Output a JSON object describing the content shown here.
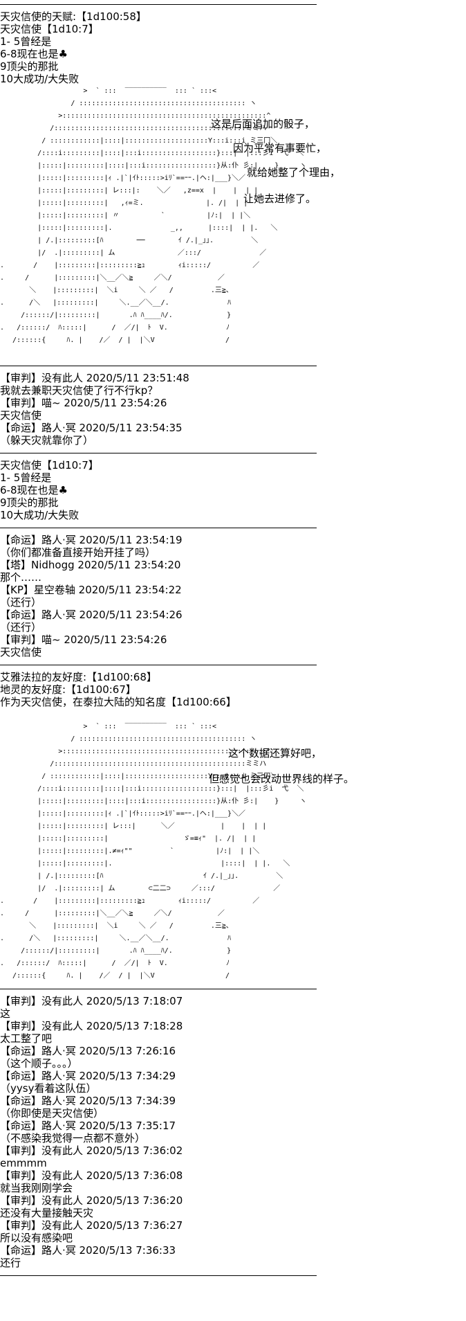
{
  "content": [
    {
      "type": "sep"
    },
    {
      "type": "text",
      "text": "天灾信使的天赋:【1d100:58】"
    },
    {
      "type": "text",
      "text": "天灾信使【1d10:7】"
    },
    {
      "type": "text",
      "text": "1- 5曾经是"
    },
    {
      "type": "text",
      "text": "6-8现在也是♣"
    },
    {
      "type": "text",
      "text": "9顶尖的那批"
    },
    {
      "type": "text",
      "text": "10大成功/大失败"
    },
    {
      "type": "art",
      "lines": [
        "                    >  ` :::  ‾‾‾‾‾‾‾‾‾‾  ::: ` :::<",
        "                 / :::::::::::::::::::::::::::::::::::::::: ヽ",
        "              >:::::::::::::::::::::::::::::::::::::::::::::::::^",
        "            /::::::::::::::::::::::::::::::::::::::::::::::ミミハ",
        "          / ::::::::::::|::::|::::::::::::::::::::Y:::i:::i ミ三冂＼",
        "         /::::i:::::::::|::::|:::i::::::::::::::::::}:::|  |:::彡i  弋  ＼",
        "         |:::::|:::::::::|::::|:::i:::::::::::::::::}从:仆 彡:|    }     ヽ",
        "         |:::::|:::::::::|ｨ .|`|ｲﾄ:::::>iﾘ`==ｰｰ.|ヘ:|___}＼／",
        "         |:::::|:::::::::| レ:::|:    ＼／   ,z==x  |    |  | |",
        "         |:::::|:::::::::|   ,ｨ=ミ.               |. /|  | |",
        "         |:::::|:::::::::| 〃          `          |ﾉ:|  | |＼",
        "         |:::::|:::::::::|.              _,,      |::::|  | |.   ＼",
        "         | /.|:::::::::[ﾊ        ──        ｲ /.|_｣｣.         ＼",
        "         |/  .|:::::::::| ム               ／:::/              ／",
        ".       /    |:::::::::|:::::::::≧ｭ        ｨi:::::/          ／",
        ".     /      |:::::::::|＼__／＼≧     ／＼/           ／",
        "       ＼    |:::::::::|  ＼i     ＼ ／   /         .三≧､",
        ".      /＼   |:::::::::|     ＼.__／＼__/.              ﾊ",
        "     /::::::/|:::::::::|       .ﾊ ﾊ____ﾊ/.             }",
        ".   /::::::/  ﾊ:::::|      /  ／/|  ﾄ  V.              ﾉ",
        "   /::::::{     ﾊ. |    /／  / |  |＼V                 /"
      ],
      "notes": [
        "这是后面追加的骰子，",
        "因为平常有事要忙，",
        "就给她整了个理由，",
        "让她去进修了。"
      ]
    },
    {
      "type": "blank"
    },
    {
      "type": "sep"
    },
    {
      "type": "text",
      "text": "【审判】没有此人 2020/5/11 23:51:48"
    },
    {
      "type": "text",
      "text": "我就去兼职天灾信使了行不行kp？"
    },
    {
      "type": "text",
      "text": "【审判】喵~ 2020/5/11 23:54:26"
    },
    {
      "type": "text",
      "text": "天灾信使"
    },
    {
      "type": "text",
      "text": "【命运】路人·冥 2020/5/11 23:54:35"
    },
    {
      "type": "text",
      "text": "（躲天灾就靠你了）"
    },
    {
      "type": "sep"
    },
    {
      "type": "text",
      "text": "天灾信使【1d10:7】"
    },
    {
      "type": "text",
      "text": "1- 5曾经是"
    },
    {
      "type": "text",
      "text": "6-8现在也是♣"
    },
    {
      "type": "text",
      "text": "9顶尖的那批"
    },
    {
      "type": "text",
      "text": "10大成功/大失败"
    },
    {
      "type": "sep"
    },
    {
      "type": "text",
      "text": "【命运】路人·冥 2020/5/11 23:54:19"
    },
    {
      "type": "text",
      "text": "（你们都准备直接开始开挂了吗）"
    },
    {
      "type": "text",
      "text": "【塔】Nidhogg 2020/5/11 23:54:20"
    },
    {
      "type": "text",
      "text": "那个……"
    },
    {
      "type": "text",
      "text": "【KP】星空卷轴 2020/5/11 23:54:22"
    },
    {
      "type": "text",
      "text": "（还行）"
    },
    {
      "type": "text",
      "text": "【命运】路人·冥 2020/5/11 23:54:26"
    },
    {
      "type": "text",
      "text": "（还行）"
    },
    {
      "type": "text",
      "text": "【审判】喵~ 2020/5/11 23:54:26"
    },
    {
      "type": "text",
      "text": "天灾信使"
    },
    {
      "type": "sep"
    },
    {
      "type": "text",
      "text": "艾雅法拉的友好度:【1d100:68】"
    },
    {
      "type": "text",
      "text": "地灵的友好度:【1d100:67】"
    },
    {
      "type": "text",
      "text": "作为天灾信使，在泰拉大陆的知名度【1d100:66】"
    },
    {
      "type": "blank"
    },
    {
      "type": "art",
      "lines": [
        "                    >  ` :::  ‾‾‾‾‾‾‾‾‾‾  ::: ` :::<",
        "                 / :::::::::::::::::::::::::::::::::::::::: ヽ",
        "              >:::::::::::::::::::::::::::::::::::::::::::::::::^",
        "            /::::::::::::::::::::::::::::::::::::::::::::::ミミハ",
        "          / ::::::::::::|::::|::::::::::::::::::::Y:::i:::i ミ三冂＼",
        "         /::::i:::::::::|::::|:::i::::::::::::::::::}:::|  |:::彡i  弋  ＼",
        "         |:::::|:::::::::|::::|:::i:::::::::::::::::}从:仆 彡:|    }     ヽ",
        "         |:::::|:::::::::|ｨ .|`|ｲﾄ:::::>iﾘ`==ｰｰ.|ヘ:|___}＼／",
        "         |:::::|:::::::::| レ:::|      ＼／           |    |  | |",
        "         |:::::|:::::::::|                  ゞ=≡ｨ\"  |. /|  | |",
        "         |:::::|:::::::::|.≠=ｨ\"\"         `          |ﾉ:|  | |＼",
        "         |:::::|:::::::::|.                          |::::|  | |.   ＼",
        "         | /.|:::::::::[ﾊ                        ｲ /.|_｣｣.         ＼",
        "         |/  .|:::::::::| ム        ⊂二二⊃     ／:::/              ／",
        ".       /    |:::::::::|:::::::::≧ｭ        ｨi:::::/          ／",
        ".     /      |:::::::::|＼__／＼≧     ／＼/           ／",
        "       ＼    |:::::::::|  ＼i     ＼ ／   /         .三≧､",
        ".      /＼   |:::::::::|     ＼.__／＼__/.              ﾊ",
        "     /::::::/|:::::::::|       .ﾊ ﾊ____ﾊ/.             }",
        ".   /::::::/  ﾊ:::::|      /  ／/|  ﾄ  V.              ﾉ",
        "   /::::::{     ﾊ. |    /／  / |  |＼V                 /"
      ],
      "notes": [
        "这个数据还算好吧，",
        "但感觉也会改动世界线的样子。"
      ]
    },
    {
      "type": "sep"
    },
    {
      "type": "text",
      "text": "【审判】没有此人 2020/5/13 7:18:07"
    },
    {
      "type": "text",
      "text": "这"
    },
    {
      "type": "text",
      "text": "【审判】没有此人 2020/5/13 7:18:28"
    },
    {
      "type": "text",
      "text": "太工整了吧"
    },
    {
      "type": "text",
      "text": "【命运】路人·冥 2020/5/13 7:26:16"
    },
    {
      "type": "text",
      "text": "（这个顺子。。。）"
    },
    {
      "type": "text",
      "text": "【命运】路人·冥 2020/5/13 7:34:29"
    },
    {
      "type": "text",
      "text": "（yysy看着这队伍）"
    },
    {
      "type": "text",
      "text": "【命运】路人·冥 2020/5/13 7:34:39"
    },
    {
      "type": "text",
      "text": "（你即使是天灾信使）"
    },
    {
      "type": "text",
      "text": "【命运】路人·冥 2020/5/13 7:35:17"
    },
    {
      "type": "text",
      "text": "（不感染我觉得一点都不意外）"
    },
    {
      "type": "text",
      "text": "【审判】没有此人 2020/5/13 7:36:02"
    },
    {
      "type": "text",
      "text": "emmmm"
    },
    {
      "type": "text",
      "text": "【审判】没有此人 2020/5/13 7:36:08"
    },
    {
      "type": "text",
      "text": "就当我刚刚学会"
    },
    {
      "type": "text",
      "text": "【审判】没有此人 2020/5/13 7:36:20"
    },
    {
      "type": "text",
      "text": "还没有大量接触天灾"
    },
    {
      "type": "text",
      "text": "【审判】没有此人 2020/5/13 7:36:27"
    },
    {
      "type": "text",
      "text": "所以没有感染吧"
    },
    {
      "type": "text",
      "text": "【命运】路人·冥 2020/5/13 7:36:33"
    },
    {
      "type": "text",
      "text": "还行"
    },
    {
      "type": "sep"
    }
  ]
}
